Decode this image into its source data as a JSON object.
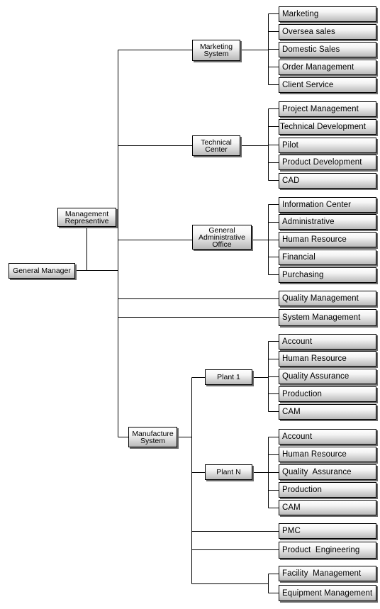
{
  "root": {
    "label": "General Manager"
  },
  "representative": {
    "label": "Management\nRepresentive"
  },
  "marketing": {
    "label": "Marketing\nSystem",
    "items": [
      "Marketing",
      "Oversea sales",
      "Domestic Sales",
      "Order Management",
      "Client Service"
    ]
  },
  "technical": {
    "label": "Technical\nCenter",
    "items": [
      "Project Management",
      "Technical Development",
      "Pilot",
      "Product Development",
      "CAD"
    ]
  },
  "admin": {
    "label": "General\nAdministrative\nOffice",
    "items": [
      "Information Center",
      "Administrative",
      "Human Resource",
      "Financial",
      "Purchasing"
    ]
  },
  "direct": {
    "items": [
      "Quality Management",
      "System Management"
    ]
  },
  "manufacture": {
    "label": "Manufacture\nSystem"
  },
  "plant1": {
    "label": "Plant 1",
    "items": [
      "Account",
      "Human Resource",
      "Quality Assurance",
      "Production",
      "CAM"
    ]
  },
  "plantn": {
    "label": "Plant N",
    "items": [
      "Account",
      "Human Resource",
      "Quality  Assurance",
      "Production",
      "CAM"
    ]
  },
  "manufacture_direct": {
    "items": [
      "PMC",
      "Product  Engineering"
    ]
  },
  "facility": {
    "items": [
      "Facility  Management",
      "Equipment Management"
    ]
  }
}
